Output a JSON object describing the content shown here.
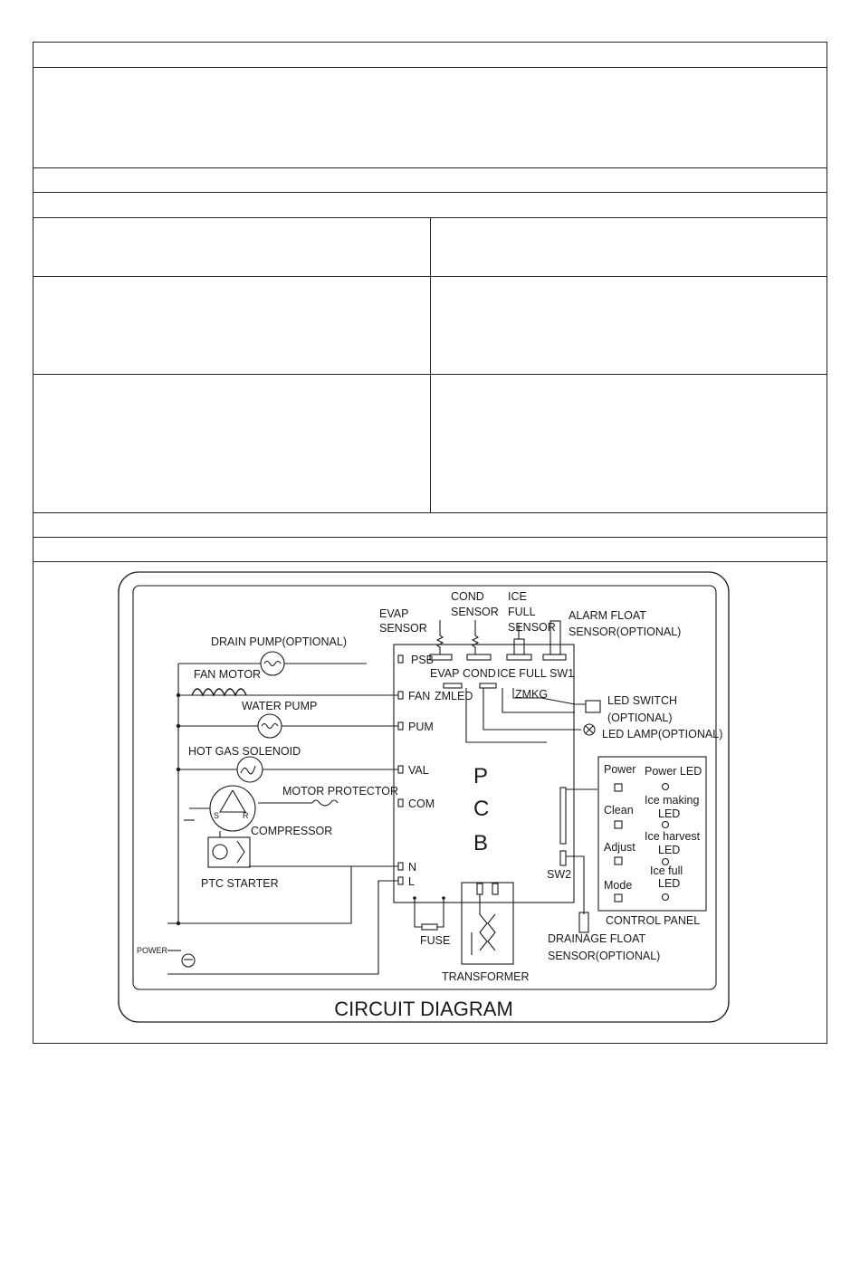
{
  "diagram": {
    "title": "CIRCUIT DIAGRAM",
    "pcb": {
      "letters": [
        "P",
        "C",
        "B"
      ]
    },
    "pins_left": [
      "PSB",
      "FAN",
      "PUM",
      "VAL",
      "COM",
      "N",
      "L"
    ],
    "connectors_top": [
      "EVAP",
      "COND",
      "ICE FULL",
      "SW1"
    ],
    "sensor_labels": {
      "evap": [
        "EVAP",
        "SENSOR"
      ],
      "cond": [
        "COND",
        "SENSOR"
      ],
      "ice": [
        "ICE",
        "FULL",
        "SENSOR"
      ],
      "alarm": [
        "ALARM FLOAT",
        "SENSOR(OPTIONAL)"
      ]
    },
    "board_labels": {
      "zmled": "ZMLED",
      "zmkg": "ZMKG",
      "sw2": "SW2"
    },
    "components": {
      "drain_pump": "DRAIN PUMP(OPTIONAL)",
      "fan_motor": "FAN MOTOR",
      "water_pump": "WATER PUMP",
      "hot_gas": "HOT GAS SOLENOID",
      "motor_protector": "MOTOR PROTECTOR",
      "compressor": "COMPRESSOR",
      "ptc": "PTC STARTER",
      "power": "POWER",
      "fuse": "FUSE",
      "transformer": "TRANSFORMER",
      "led_switch": [
        "LED SWITCH",
        "(OPTIONAL)"
      ],
      "led_lamp": "LED LAMP(OPTIONAL)",
      "drainage": [
        "DRAINAGE FLOAT",
        "SENSOR(OPTIONAL)"
      ]
    },
    "compressor_terminals": {
      "s": "S",
      "r": "R"
    },
    "control_panel": {
      "title": "CONTROL PANEL",
      "buttons": [
        "Power",
        "Clean",
        "Adjust",
        "Mode"
      ],
      "leds": [
        [
          "Power LED"
        ],
        [
          "Ice making",
          "LED"
        ],
        [
          "Ice harvest",
          "LED"
        ],
        [
          "Ice full",
          "LED"
        ]
      ]
    }
  }
}
